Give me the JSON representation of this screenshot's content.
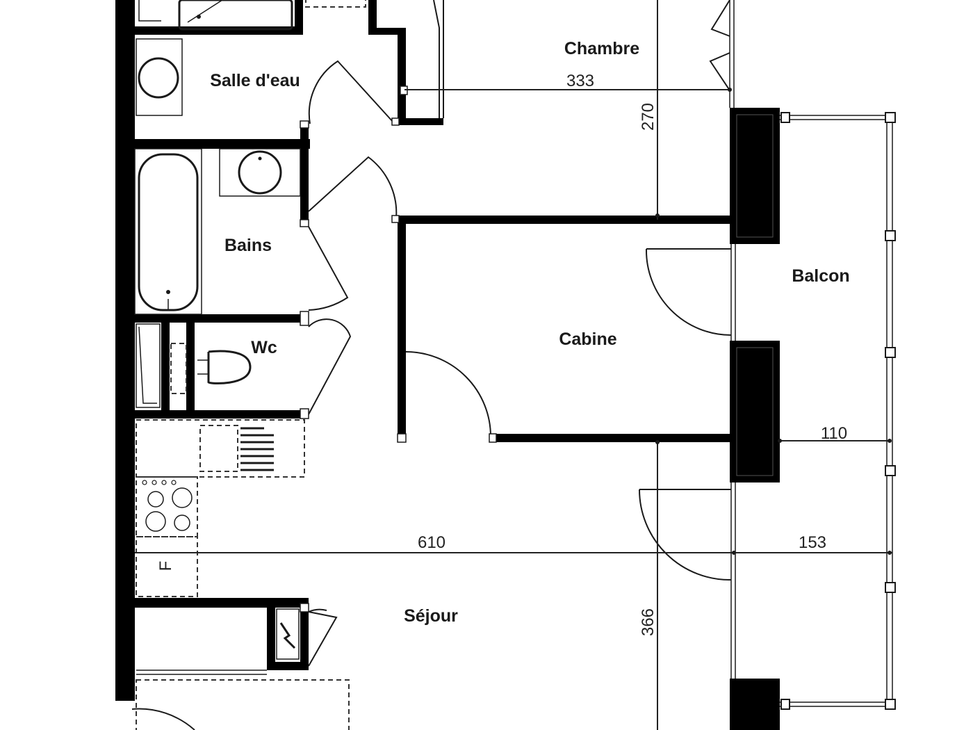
{
  "rooms": {
    "chambre": "Chambre",
    "salle_eau": "Salle d'eau",
    "bains": "Bains",
    "wc": "Wc",
    "cabine": "Cabine",
    "balcon": "Balcon",
    "sejour": "Séjour"
  },
  "dimensions": {
    "d333": "333",
    "d270": "270",
    "d110": "110",
    "d610": "610",
    "d153": "153",
    "d366": "366"
  },
  "labels": {
    "fridge": "F"
  },
  "colors": {
    "wall": "#000000",
    "line": "#1a1a1a",
    "background": "#ffffff"
  }
}
